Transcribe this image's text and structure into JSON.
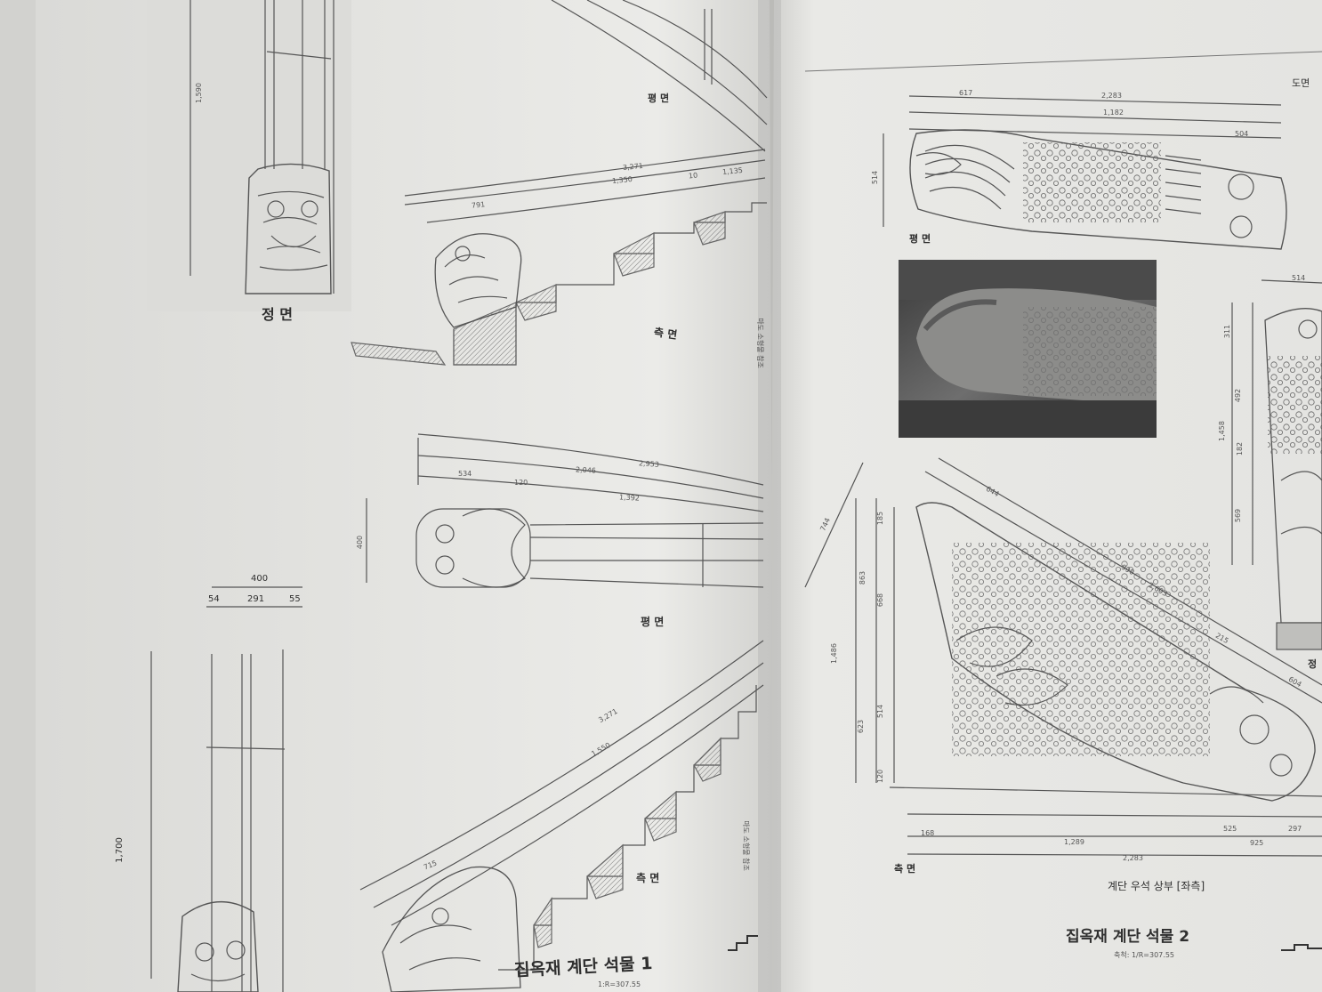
{
  "left_page": {
    "view_labels": {
      "front": "정 면",
      "plan_top": "평 면",
      "side_top": "측 면",
      "plan_bottom": "평 면",
      "side_bottom": "측 면"
    },
    "dimensions_top": [
      "1,590",
      "3,271",
      "791",
      "1,350",
      "1,135",
      "10"
    ],
    "dimensions_bottom": [
      "400",
      "54",
      "291",
      "55",
      "2,953",
      "534",
      "120",
      "2,046",
      "1,392",
      "400",
      "3,271",
      "1,550",
      "715",
      "1,700"
    ],
    "side_notes": [
      "마도 소형물 참조",
      "마도 소형물 참조"
    ],
    "caption": "집옥재 계단 석물 1",
    "scale": "1:R=307.55"
  },
  "right_page": {
    "header": "도면",
    "view_labels": {
      "plan": "평 면",
      "side": "측 면",
      "front_partial": "정"
    },
    "dimensions": [
      "617",
      "2,283",
      "1,182",
      "504",
      "514",
      "644",
      "990",
      "2,603",
      "215",
      "604",
      "744",
      "185",
      "863",
      "668",
      "1,486",
      "514",
      "623",
      "120",
      "168",
      "1,289",
      "525",
      "925",
      "297",
      "2,283",
      "311",
      "1,458",
      "492",
      "182",
      "569",
      "514"
    ],
    "subcaption": "계단 우석 상부 [좌측]",
    "caption": "집옥재 계단 석물 2",
    "scale": "축척: 1/R=307.55"
  }
}
